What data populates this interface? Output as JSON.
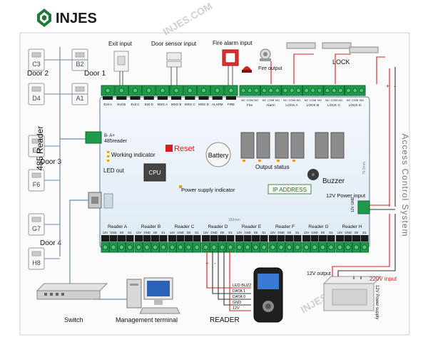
{
  "brand": {
    "name": "INJES",
    "watermark": "INJES.COM"
  },
  "side_title": "Access Control System",
  "reader_bus_label": "485 Reader",
  "doors": [
    {
      "label": "Door 2",
      "readers": [
        "C3",
        "D4"
      ]
    },
    {
      "label": "Door 1",
      "readers": [
        "B2",
        "A1"
      ]
    },
    {
      "label": "Door 3",
      "readers": [
        "E5",
        "F6"
      ]
    },
    {
      "label": "Door 4",
      "readers": [
        "G7",
        "H8"
      ]
    }
  ],
  "top_inputs": {
    "exit": "Exit input",
    "door_sensor": "Door sensor input",
    "fire_alarm": "Fire alarm input",
    "fire_output": "Fire output",
    "lock": "LOCK"
  },
  "left_terminals": [
    "Exit A",
    "Exit B",
    "Exit C",
    "Exit D",
    "MSG A",
    "MSG B",
    "MSG C",
    "MSG D",
    "ALARM",
    "FIRE"
  ],
  "relay_groups": [
    {
      "label": "Fire",
      "pins": [
        "NC",
        "COM",
        "NO"
      ]
    },
    {
      "label": "Alarm",
      "pins": [
        "NC",
        "COM",
        "NO"
      ]
    },
    {
      "label": "LOCK A",
      "pins": [
        "NC",
        "COM",
        "NO"
      ]
    },
    {
      "label": "LOCK B",
      "pins": [
        "NC",
        "COM",
        "NO"
      ]
    },
    {
      "label": "LOCK C",
      "pins": [
        "NC",
        "COM",
        "NO"
      ]
    },
    {
      "label": "LOCK D",
      "pins": [
        "NC",
        "COM",
        "NO"
      ]
    }
  ],
  "board": {
    "rs485_pins": "B- A+",
    "rs485_label": "485reader",
    "working_indicator": "Working indicator",
    "led_out": "LED out",
    "reset": "Reset",
    "battery": "Battery",
    "cpu": "CPU",
    "output_status": "Output status",
    "buzzer": "Buzzer",
    "power_indicator": "Power supply indicator",
    "ip_address": "IP ADDRESS",
    "power_input": "12V Power input",
    "power_pins": "12V GND",
    "height_dim": "75.5mm",
    "width_dim": "150mm"
  },
  "readers": [
    {
      "name": "Reader A",
      "pins": [
        "12V",
        "GND",
        "D0",
        "D1"
      ]
    },
    {
      "name": "Reader B",
      "pins": [
        "12V",
        "GND",
        "D0",
        "D1"
      ]
    },
    {
      "name": "Reader C",
      "pins": [
        "12V",
        "GND",
        "D0",
        "D1"
      ]
    },
    {
      "name": "Reader D",
      "pins": [
        "12V",
        "GND",
        "D0",
        "D1"
      ]
    },
    {
      "name": "Reader E",
      "pins": [
        "12V",
        "GND",
        "D0",
        "D1"
      ]
    },
    {
      "name": "Reader F",
      "pins": [
        "12V",
        "GND",
        "D0",
        "D1"
      ]
    },
    {
      "name": "Reader G",
      "pins": [
        "12V",
        "GND",
        "D0",
        "D1"
      ]
    },
    {
      "name": "Reader H",
      "pins": [
        "12V",
        "GND",
        "D0",
        "D1"
      ]
    }
  ],
  "reader_wires": [
    "LED BUZZ",
    "DATA 1",
    "DATA 0",
    "GND",
    "12V"
  ],
  "bottom": {
    "switch": "Switch",
    "terminal": "Management terminal",
    "reader": "READER",
    "out12v": "12V output",
    "in220v": "220V input",
    "psu": "12V Power supply"
  },
  "polarity": {
    "plus": "+",
    "minus": "-"
  },
  "colors": {
    "terminal_green": "#1f9a4b",
    "wire_red": "#d42020",
    "accent_red": "#e02020",
    "board": "#eef5fb"
  }
}
